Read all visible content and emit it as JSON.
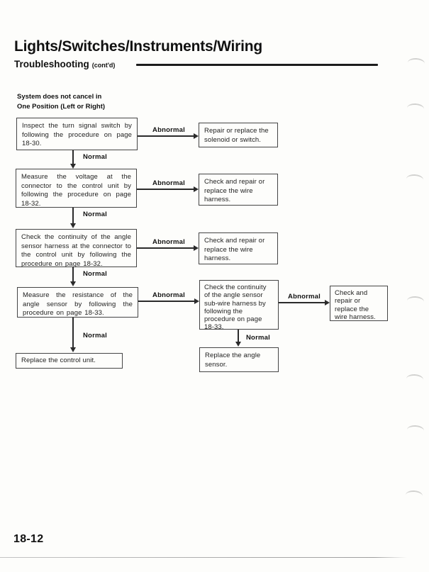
{
  "header": {
    "title": "Lights/Switches/Instruments/Wiring",
    "subtitle": "Troubleshooting",
    "subtitle_note": "(cont'd)"
  },
  "condition": {
    "line1": "System does not cancel in",
    "line2": "One Position (Left or Right)"
  },
  "labels": {
    "normal": "Normal",
    "abnormal": "Abnormal"
  },
  "flowchart": {
    "step1": "Inspect the turn signal switch by following the procedure on page 18-30.",
    "result1": "Repair or replace the solenoid or switch.",
    "step2": "Measure the voltage at the connector to the control unit by following the procedure on page 18-32.",
    "result2": "Check and repair or replace the wire harness.",
    "step3": "Check the continuity of the angle sensor harness at the connector to the control unit by following the procedure on page 18-32.",
    "result3": "Check and repair or replace the wire harness.",
    "step4": "Measure the resistance of the angle sensor by following the procedure on page 18-33.",
    "step5": "Check the continuity of the angle sensor sub-wire harness by following the procedure on page 18-33.",
    "result4": "Check and repair or replace the wire harness.",
    "final1": "Replace the control unit.",
    "final2": "Replace the angle sensor."
  },
  "footer": {
    "page_number": "18-12"
  }
}
